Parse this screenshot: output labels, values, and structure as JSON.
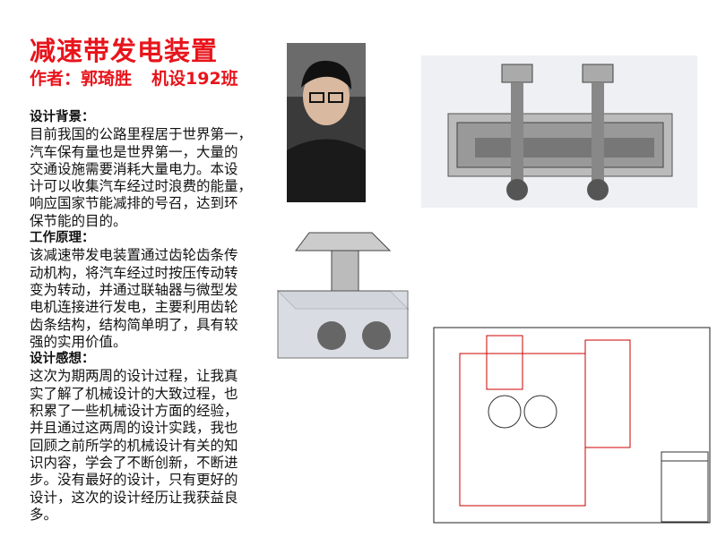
{
  "title": "减速带发电装置",
  "author": {
    "label": "作者：郭琦胜",
    "class": "机设192班"
  },
  "sections": [
    {
      "heading": "设计背景：",
      "lines": [
        "目前我国的公路里程居于世界第一，",
        "汽车保有量也是世界第一，大量的",
        "交通设施需要消耗大量电力。本设",
        "计可以收集汽车经过时浪费的能量，",
        "响应国家节能减排的号召，达到环",
        "保节能的目的。"
      ]
    },
    {
      "heading": "工作原理：",
      "lines": [
        " 该减速带发电装置通过齿轮齿条传",
        "动机构，将汽车经过时按压传动转",
        "变为转动，并通过联轴器与微型发",
        "电机连接进行发电，主要利用齿轮",
        "齿条结构，结构简单明了，具有较",
        "强的实用价值。"
      ]
    },
    {
      "heading": "设计感想：",
      "lines": [
        "这次为期两周的设计过程，让我真",
        "实了解了机械设计的大致过程，也",
        "积累了一些机械设计方面的经验，",
        "并且通过这两周的设计实践，我也",
        "回顾之前所学的机械设计有关的知",
        "识内容，学会了不断创新，不断进",
        "步。没有最好的设计，只有更好的",
        "设计，这次的设计经历让我获益良",
        "多。"
      ]
    }
  ]
}
